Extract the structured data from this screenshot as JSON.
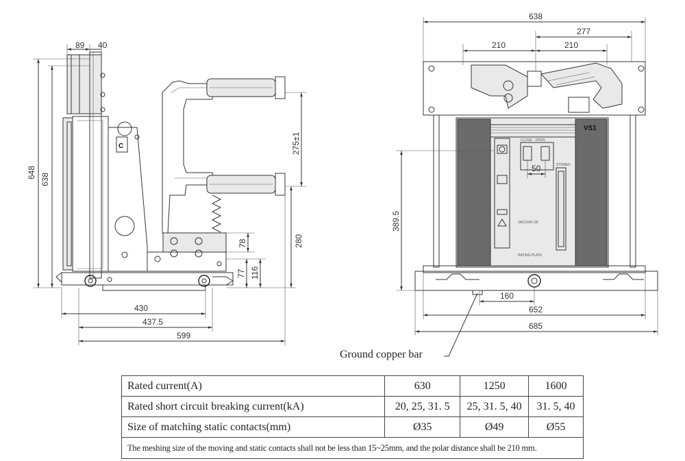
{
  "side_view": {
    "dims": {
      "top_width_a": "89",
      "top_width_b": "40",
      "overall_height": "648",
      "frame_height": "638",
      "pole_distance": "275±1",
      "contact_height": "280",
      "bracket_height": "78",
      "lower_height_a": "77",
      "lower_height_b": "116",
      "depth_a": "430",
      "depth_b": "437.5",
      "depth_c": "599"
    }
  },
  "front_view": {
    "label": "VS1",
    "dims": {
      "overall_width": "638",
      "pole_span": "277",
      "pole_a": "210",
      "pole_b": "210",
      "panel_gap": "50",
      "height": "389.5",
      "center_span": "160",
      "rail_width": "652",
      "base_width": "685"
    },
    "callout": "Ground copper bar"
  },
  "spec_table": {
    "rows": [
      {
        "label": "Rated current(A)",
        "values": [
          "630",
          "1250",
          "1600"
        ]
      },
      {
        "label": "Rated short circuit breaking current(kA)",
        "values": [
          "20, 25,  31. 5",
          "25, 31. 5, 40",
          "31. 5, 40"
        ]
      },
      {
        "label": "Size of matching static contacts(mm)",
        "values": [
          "Ø35",
          "Ø49",
          "Ø55"
        ]
      }
    ],
    "note": "The meshing size of the moving and static contacts shall not be less than 15~25mm, and the polar distance shall be 210 mm."
  }
}
